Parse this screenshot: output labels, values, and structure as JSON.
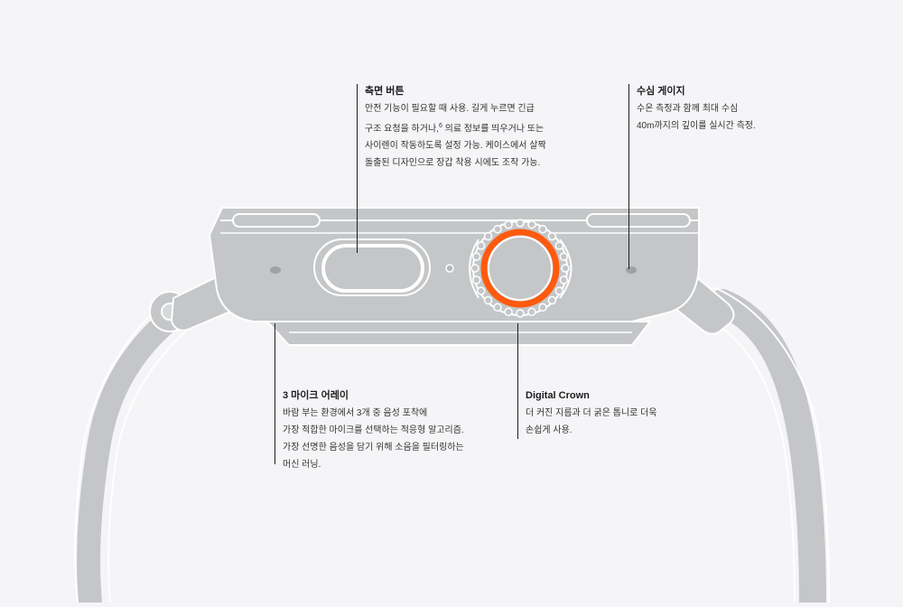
{
  "callouts": {
    "side_button": {
      "title": "측면 버튼",
      "lines": [
        "안전 기능이 필요할 때 사용. 길게 누르면 긴급",
        "구조 요청을 하거나,",
        "사이렌이 작동하도록 설정 가능. 케이스에서 살짝",
        "돌출된 디자인으로 장갑 착용 시에도 조작 가능."
      ],
      "line2_sup": "6",
      "line2_tail": " 의료 정보를 띄우거나 또는"
    },
    "depth_gauge": {
      "title": "수심 게이지",
      "lines": [
        "수온 측정과 함께 최대 수심",
        "40m까지의 깊이를 실시간 측정."
      ]
    },
    "mic_array": {
      "title": "3 마이크 어레이",
      "lines": [
        "바람 부는 환경에서 3개 중 음성 포착에",
        "가장 적합한 마이크를 선택하는 적응형 알고리즘.",
        "가장 선명한 음성을 담기 위해 소음을 필터링하는",
        "머신 러닝."
      ]
    },
    "digital_crown": {
      "title": "Digital Crown",
      "lines": [
        "더 커진 지름과 더 굵은 톱니로 더욱",
        "손쉽게 사용."
      ]
    }
  },
  "colors": {
    "background": "#f5f5f7",
    "device": "#c4c6c8",
    "device_outline": "#ffffff",
    "crown_accent": "#ff5a0e",
    "text": "#1d1d1f"
  }
}
